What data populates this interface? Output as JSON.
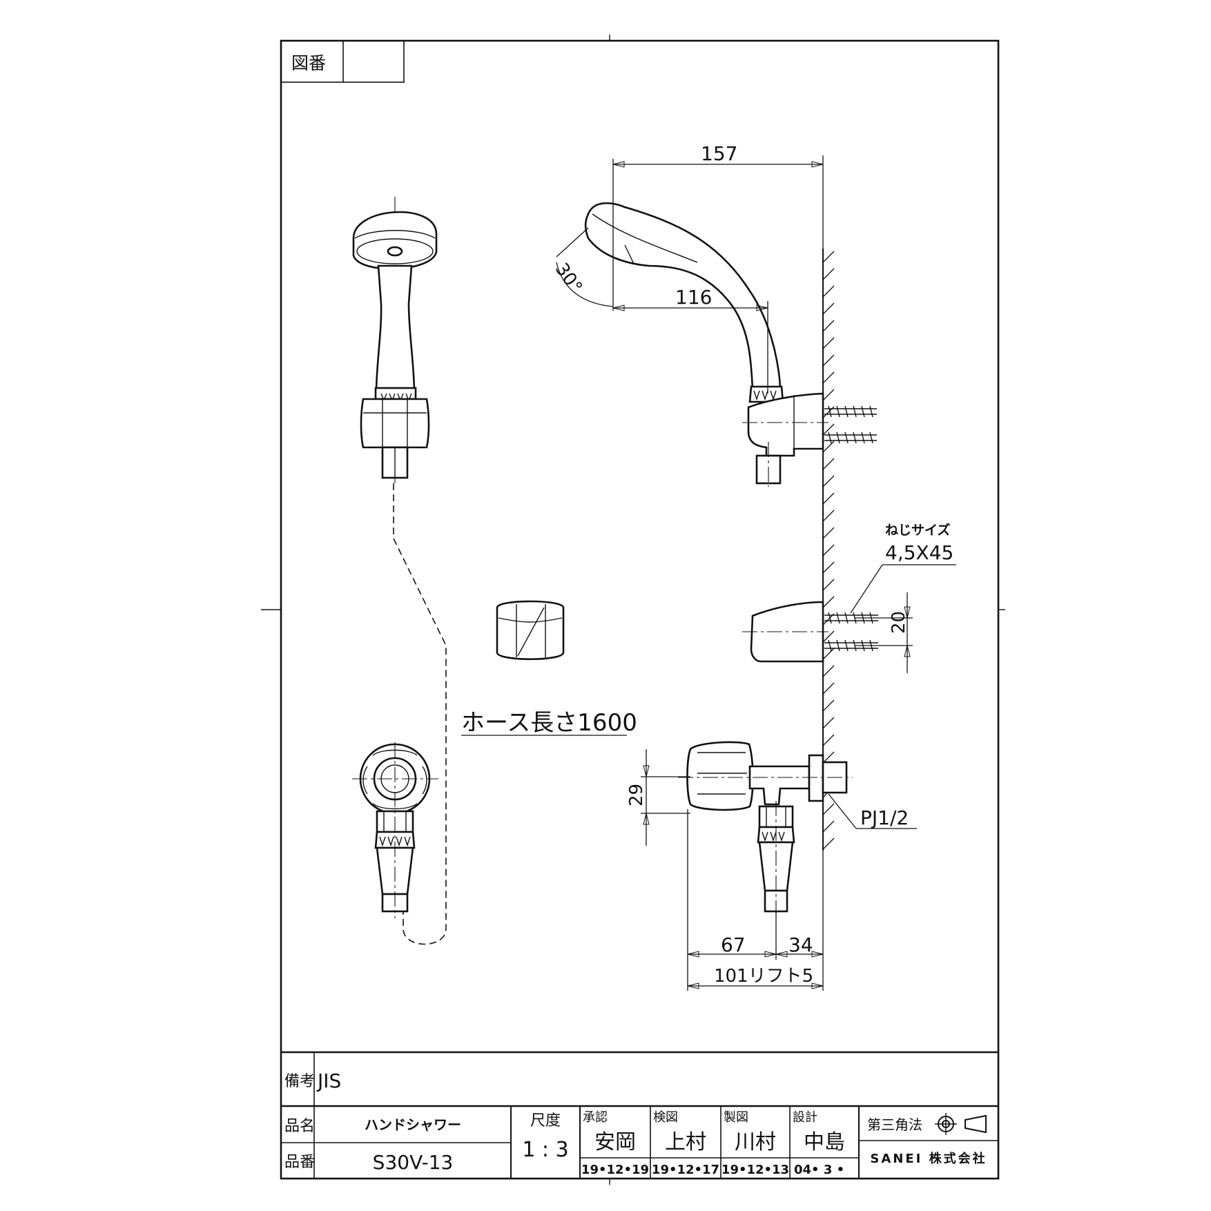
{
  "drawing_number": {
    "label": "図番",
    "value": ""
  },
  "dimensions": {
    "d157": "157",
    "d116": "116",
    "angle": "30°",
    "screw_label": "ねじサイズ",
    "screw_size": "4,5X45",
    "d20": "20",
    "hose_length": "ホース長さ1600",
    "d29": "29",
    "pj": "PJ1/2",
    "d67": "67",
    "d34": "34",
    "d101": "101リフト5"
  },
  "title_block": {
    "remarks_label": "備考",
    "remarks_value": "JIS",
    "name_label": "品名",
    "name_value": "ハンドシャワー",
    "number_label": "品番",
    "number_value": "S30V-13",
    "scale_label": "尺度",
    "scale_value": "1 : 3",
    "approved_label": "承認",
    "approved_name": "安岡",
    "approved_date": "19•12•19",
    "checked_label": "検図",
    "checked_name": "上村",
    "checked_date": "19•12•17",
    "drawn_label": "製図",
    "drawn_name": "川村",
    "drawn_date": "19•12•13",
    "design_label": "設計",
    "design_name": "中島",
    "design_date": "04• 3 •",
    "projection_label": "第三角法",
    "company": "SANEI 株式会社"
  }
}
